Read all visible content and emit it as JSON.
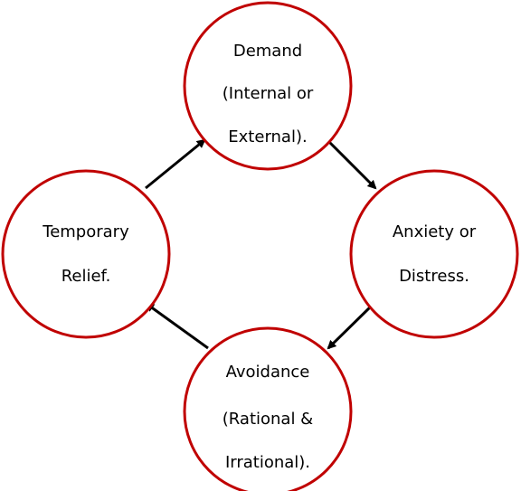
{
  "colors": {
    "circle_stroke": "#c00000",
    "arrow": "#000000",
    "text": "#000000",
    "background": "#ffffff"
  },
  "nodes": [
    {
      "id": "demand",
      "lines": [
        "Demand",
        "(Internal or",
        "External)."
      ]
    },
    {
      "id": "anxiety",
      "lines": [
        "Anxiety or",
        "Distress."
      ]
    },
    {
      "id": "avoidance",
      "lines": [
        "Avoidance",
        "(Rational &",
        "Irrational)."
      ]
    },
    {
      "id": "relief",
      "lines": [
        "Temporary",
        "Relief."
      ]
    }
  ],
  "edges": [
    {
      "from": "demand",
      "to": "anxiety"
    },
    {
      "from": "anxiety",
      "to": "avoidance"
    },
    {
      "from": "avoidance",
      "to": "relief"
    },
    {
      "from": "relief",
      "to": "demand"
    }
  ]
}
